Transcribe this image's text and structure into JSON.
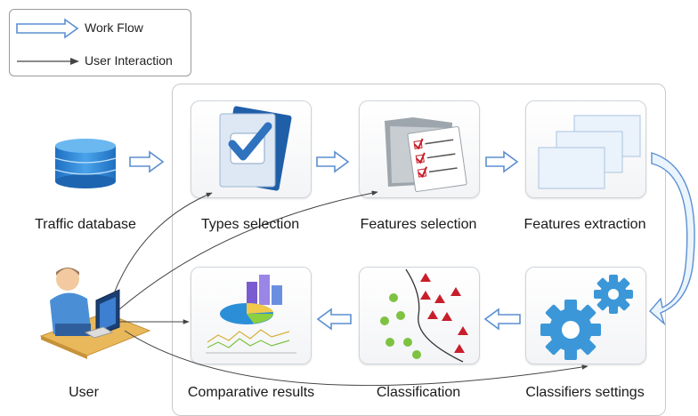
{
  "legend": {
    "workflow_label": "Work Flow",
    "interaction_label": "User Interaction"
  },
  "nodes": {
    "traffic_database": "Traffic database",
    "types_selection": "Types selection",
    "features_selection": "Features selection",
    "features_extraction": "Features extraction",
    "user": "User",
    "comparative_results": "Comparative results",
    "classification": "Classification",
    "classifiers_settings": "Classifiers settings"
  },
  "icons": {
    "database": "database-icon",
    "types": "checkmark-document-icon",
    "features": "checklist-folder-icon",
    "extraction": "stacked-pages-icon",
    "user": "user-at-computer-icon",
    "results": "pie-and-bar-chart-icon",
    "classification": "scatter-classification-icon",
    "settings": "gears-icon"
  },
  "colors": {
    "workflow_arrow": "#5b8fd1",
    "interaction_line": "#444444",
    "accent_blue": "#2f73bf",
    "accent_red": "#c81e2a",
    "accent_green": "#7ec242"
  }
}
